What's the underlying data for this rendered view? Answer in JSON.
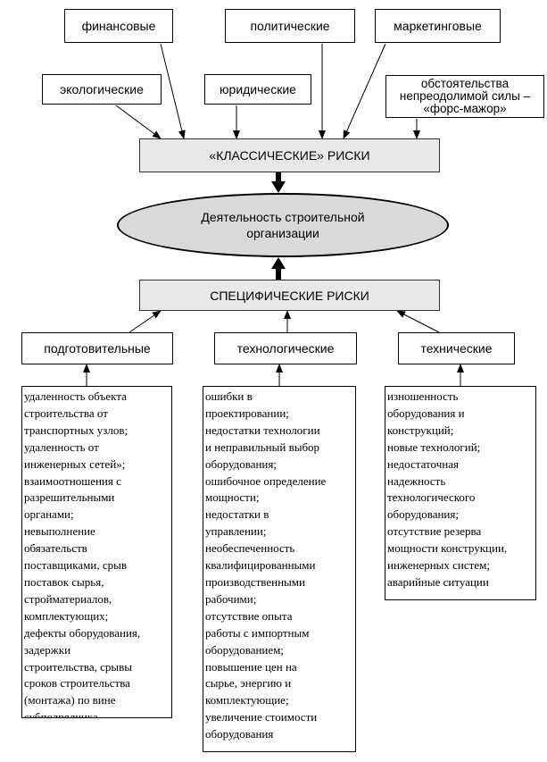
{
  "top_factors": {
    "financial": "финансовые",
    "political": "политические",
    "marketing": "маркетинговые",
    "ecological": "экологические",
    "legal": "юридические",
    "force_majeure": [
      "обстоятельства",
      "непреодолимой силы –",
      "«форс-мажор»"
    ]
  },
  "classic_risks": "«КЛАССИЧЕСКИЕ» РИСКИ",
  "center": [
    "Деятельность строительной",
    "организации"
  ],
  "specific_risks": "СПЕЦИФИЧЕСКИЕ РИСКИ",
  "categories": {
    "preparatory": "подготовительные",
    "technological": "технологические",
    "technical": "технические"
  },
  "details": {
    "preparatory": [
      "удаленность объекта",
      "строительства от",
      "транспортных узлов;",
      "удаленность от",
      "инженерных сетей»;",
      "взаимоотношения с",
      "разрешительными",
      "органами;",
      "невыполнение",
      "обязательств",
      "поставщиками, срыв",
      "поставок сырья,",
      "стройматериалов,",
      "комплектующих;",
      "дефекты оборудования,",
      "задержки",
      "строительства, срывы",
      "сроков строительства",
      "(монтажа) по вине",
      "субподрядчика"
    ],
    "technological": [
      "ошибки в",
      "проектировании;",
      "недостатки технологии",
      "и неправильный выбор",
      "оборудования;",
      "ошибочное определение",
      "мощности;",
      "недостатки в",
      "управлении;",
      "необеспеченность",
      "квалифицированными",
      "производственными",
      "рабочими;",
      "отсутствие опыта",
      "работы с импортным",
      "оборудованием;",
      "повышение цен на",
      "сырье, энергию и",
      "комплектующие;",
      "увеличение стоимости",
      "оборудования"
    ],
    "technical": [
      "изношенность",
      "оборудования и",
      "конструкций;",
      "новые технологий;",
      "недостаточная",
      "надежность",
      "технологического",
      "оборудования;",
      "отсутствие резерва",
      "мощности конструкции,",
      "инженерных систем;",
      "аварийные ситуации"
    ]
  }
}
